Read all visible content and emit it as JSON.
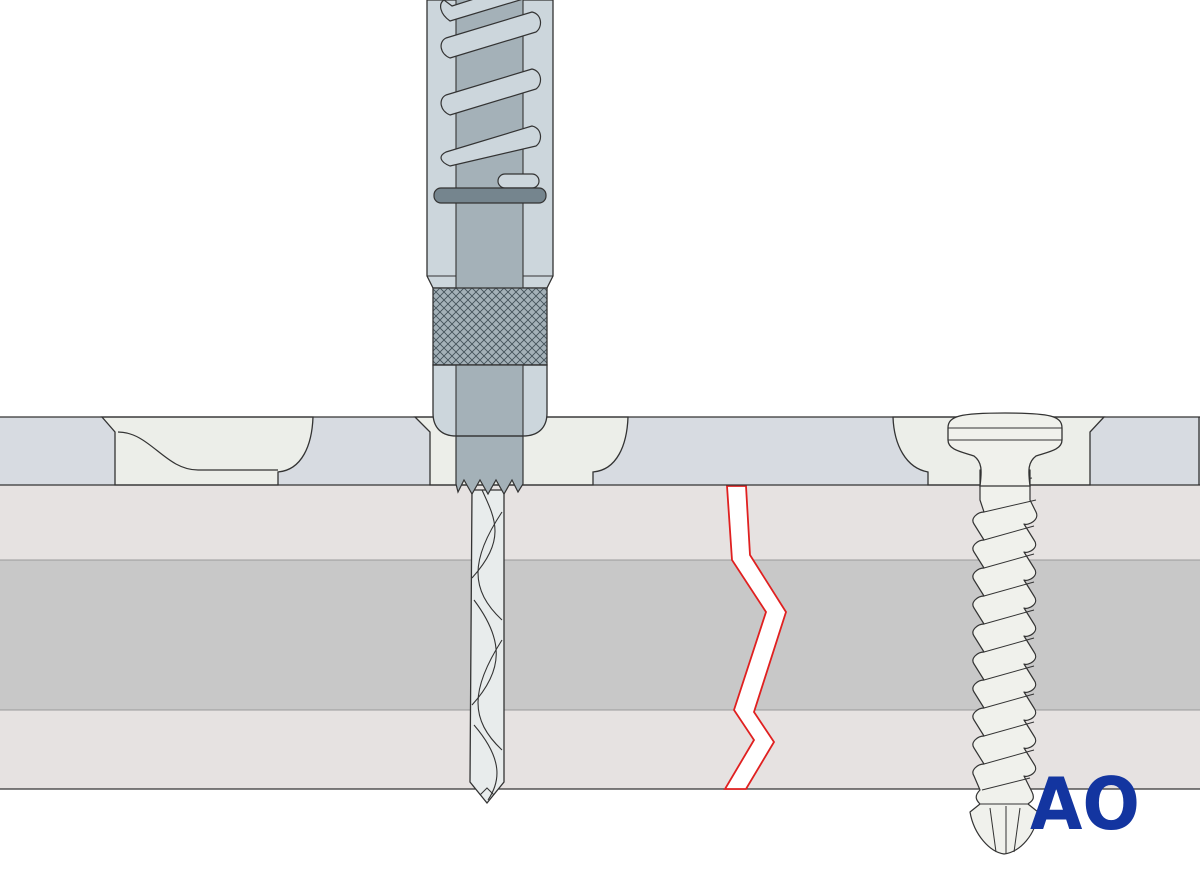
{
  "logo": {
    "text": "AO"
  },
  "colors": {
    "background": "#ffffff",
    "plate": "#d7dbe1",
    "plate_hole": "#eceee9",
    "cortex": "#e6e2e1",
    "medulla": "#c8c8c8",
    "guide_sleeve": "#ccd6dc",
    "drill_sleeve": "#a4b1b8",
    "band": "#75858e",
    "drill_bit": "#e8ecec",
    "screw": "#f0f1ec",
    "fracture_line": "#e02020",
    "logo": "#1335a0",
    "outline": "#333333"
  },
  "icons": {
    "drill_guide": "drill-guide-icon",
    "drill_bit": "drill-bit-icon",
    "screw": "cortex-screw-icon",
    "plate": "bone-plate",
    "fracture": "fracture-line"
  }
}
